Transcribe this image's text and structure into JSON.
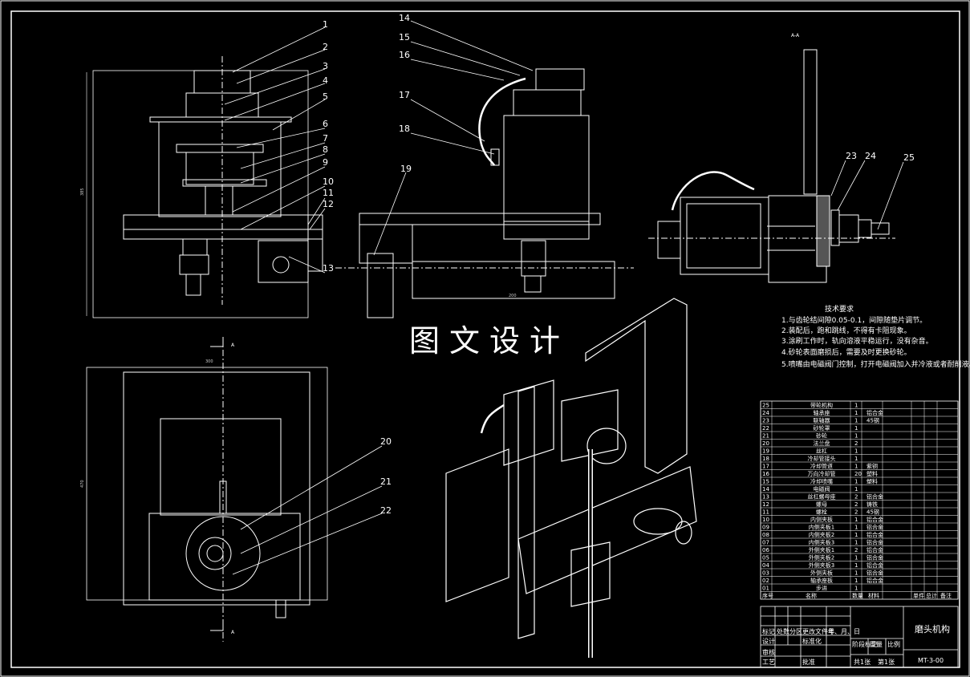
{
  "watermark": "图文设计",
  "section_title": "A-A",
  "section_marks": [
    "A",
    "A"
  ],
  "part_numbers": [
    "1",
    "2",
    "3",
    "4",
    "5",
    "6",
    "7",
    "8",
    "9",
    "10",
    "11",
    "12",
    "13",
    "14",
    "15",
    "16",
    "17",
    "18",
    "19",
    "20",
    "21",
    "22",
    "23",
    "24",
    "25"
  ],
  "technical_requirements": {
    "title": "技术要求",
    "lines": [
      "1.与齿轮结间隙0.05-0.1，间隙随垫片调节。",
      "2.装配后，跑和跳线，不得有卡阻现象。",
      "3.涂刷工作时，轨向溶液平稳运行，没有杂音。",
      "4.砂轮表面磨损后，需要及时更换砂轮。",
      "5.喷嘴由电磁阀门控制，打开电磁阀加入并冷液或者耐削液。"
    ]
  },
  "bom": {
    "rows": [
      {
        "no": "25",
        "name": "带轮机构",
        "qty": "1",
        "mat": ""
      },
      {
        "no": "24",
        "name": "轴承座",
        "qty": "1",
        "mat": "铝合金"
      },
      {
        "no": "23",
        "name": "联轴器",
        "qty": "1",
        "mat": "45钢"
      },
      {
        "no": "22",
        "name": "砂轮罩",
        "qty": "1",
        "mat": ""
      },
      {
        "no": "21",
        "name": "砂轮",
        "qty": "1",
        "mat": ""
      },
      {
        "no": "20",
        "name": "法兰盘",
        "qty": "2",
        "mat": ""
      },
      {
        "no": "19",
        "name": "丝杠",
        "qty": "1",
        "mat": ""
      },
      {
        "no": "18",
        "name": "冷却管接头",
        "qty": "1",
        "mat": ""
      },
      {
        "no": "17",
        "name": "冷却管道",
        "qty": "1",
        "mat": "紫铜"
      },
      {
        "no": "16",
        "name": "万向冷却管",
        "qty": "20",
        "mat": "塑料"
      },
      {
        "no": "15",
        "name": "冷却喷嘴",
        "qty": "1",
        "mat": "塑料"
      },
      {
        "no": "14",
        "name": "电磁阀",
        "qty": "1",
        "mat": ""
      },
      {
        "no": "13",
        "name": "丝杠螺母座",
        "qty": "2",
        "mat": "铝合金"
      },
      {
        "no": "12",
        "name": "螺母",
        "qty": "2",
        "mat": "铸铁"
      },
      {
        "no": "11",
        "name": "螺栓",
        "qty": "2",
        "mat": "45钢"
      },
      {
        "no": "10",
        "name": "内侧夹板",
        "qty": "1",
        "mat": "铝合金"
      },
      {
        "no": "09",
        "name": "内侧夹板1",
        "qty": "1",
        "mat": "铝合金"
      },
      {
        "no": "08",
        "name": "内侧夹板2",
        "qty": "1",
        "mat": "铝合金"
      },
      {
        "no": "07",
        "name": "内侧夹板3",
        "qty": "1",
        "mat": "铝合金"
      },
      {
        "no": "06",
        "name": "外侧夹板1",
        "qty": "2",
        "mat": "铝合金"
      },
      {
        "no": "05",
        "name": "外侧夹板2",
        "qty": "1",
        "mat": "铝合金"
      },
      {
        "no": "04",
        "name": "外侧夹板3",
        "qty": "1",
        "mat": "铝合金"
      },
      {
        "no": "03",
        "name": "外侧夹板",
        "qty": "1",
        "mat": "铝合金"
      },
      {
        "no": "02",
        "name": "轴承座板",
        "qty": "1",
        "mat": "铝合金"
      },
      {
        "no": "01",
        "name": "步进",
        "qty": "1",
        "mat": ""
      }
    ],
    "header": [
      "序号",
      "名称",
      "数量",
      "材料",
      "单件",
      "总计",
      "备注"
    ]
  },
  "title_block": {
    "drawing_title": "磨头机构",
    "drawing_number": "MT-3-00",
    "cells": [
      "标记",
      "处数",
      "分区",
      "更改文件号",
      "签名",
      "年、月、日",
      "设计",
      "标准化",
      "阶段标记",
      "重量",
      "比例",
      "审核",
      "工艺",
      "批准",
      "共1张",
      "第1张"
    ]
  },
  "dims": [
    "385",
    "300",
    "470",
    "200"
  ]
}
